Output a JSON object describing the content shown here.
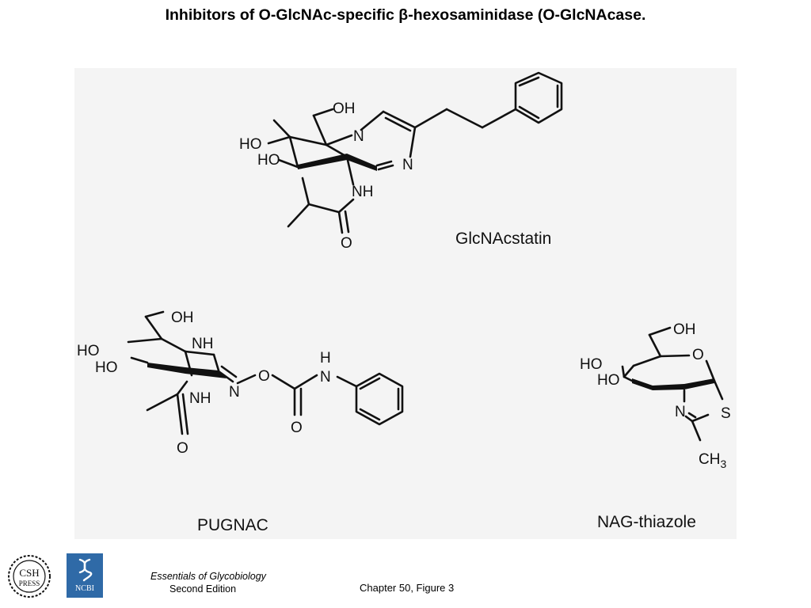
{
  "slide": {
    "title": "Inhibitors of O-GlcNAc-specific β-hexosaminidase (O-GlcNAcase."
  },
  "figure": {
    "molecules": {
      "glcnacstatin": {
        "name": "GlcNAcstatin",
        "labels": {
          "oh": "OH",
          "ho1": "HO",
          "ho2": "HO",
          "n1": "N",
          "n2": "N",
          "nh": "NH",
          "o": "O"
        }
      },
      "pugnac": {
        "name": "PUGNAC",
        "labels": {
          "oh": "OH",
          "ho1": "HO",
          "ho2": "HO",
          "nh_ring": "NH",
          "nh_amide": "NH",
          "n_imine": "N",
          "o_link": "O",
          "h": "H",
          "n_carb": "N",
          "o_carb": "O",
          "o_acetyl": "O"
        }
      },
      "nag_thiazole": {
        "name": "NAG-thiazole",
        "labels": {
          "oh": "OH",
          "ho1": "HO",
          "ho2": "HO",
          "o_ring": "O",
          "n": "N",
          "s": "S",
          "ch3": "CH",
          "ch3_sub": "3"
        }
      }
    }
  },
  "footer": {
    "cshl_logo_text": [
      "CSH",
      "PRESS"
    ],
    "ncbi_logo_text": "NCBI",
    "book_title": "Essentials of Glycobiology",
    "book_edition": "Second Edition",
    "chapter_ref": "Chapter 50, Figure  3"
  }
}
